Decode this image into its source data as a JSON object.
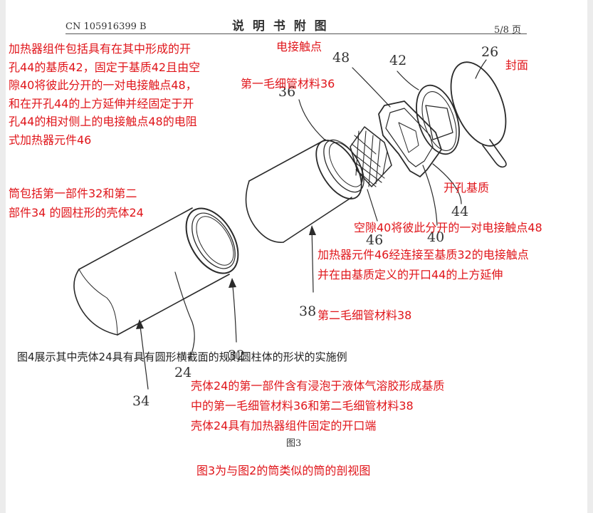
{
  "header": {
    "patent_no": "CN 105916399 B",
    "title": "说 明 书 附 图",
    "page": "5/8 页"
  },
  "figure": {
    "caption": "图3",
    "ref_numbers": {
      "n48": "48",
      "n42": "42",
      "n26": "26",
      "n36": "36",
      "n44": "44",
      "n46": "46",
      "n40": "40",
      "n38": "38",
      "n24": "24",
      "n34": "34",
      "n32": "32"
    }
  },
  "annotations": {
    "heater_assembly": "加热器组件包括具有在其中形成的开\n孔44的基质42，固定于基质42且由空\n隙40将彼此分开的一对电接触点48，\n和在开孔44的上方延伸并经固定于开\n孔44的相对侧上的电接触点48的电阻\n式加热器元件46",
    "contact": "电接触点",
    "seal": "封面",
    "first_capillary": "第一毛细管材料36",
    "aperture_substrate": "开孔基质",
    "tube_shell": "筒包括第一部件32和第二\n部件34 的圆柱形的壳体24",
    "gap_contacts": "空隙40将彼此分开的一对电接触点48",
    "heater_element": "加热器元件46经连接至基质32的电接触点\n并在由基质定义的开口44的上方延伸",
    "second_capillary": "第二毛细管材料38",
    "fig4": "图4展示其中壳体24具有具有圆形横截面的规则圆柱体的形状的实施例",
    "shell_first": "壳体24的第一部件含有浸泡于液体气溶胶形成基质\n中的第一毛细管材料36和第二毛细管材料38\n壳体24具有加热器组件固定的开口端",
    "fig3": "图3为与图2的筒类似的筒的剖视图"
  },
  "colors": {
    "annotation": "#e0151a",
    "drawing": "#2a2a2a",
    "page": "#ffffff",
    "backdrop": "#ececec"
  }
}
